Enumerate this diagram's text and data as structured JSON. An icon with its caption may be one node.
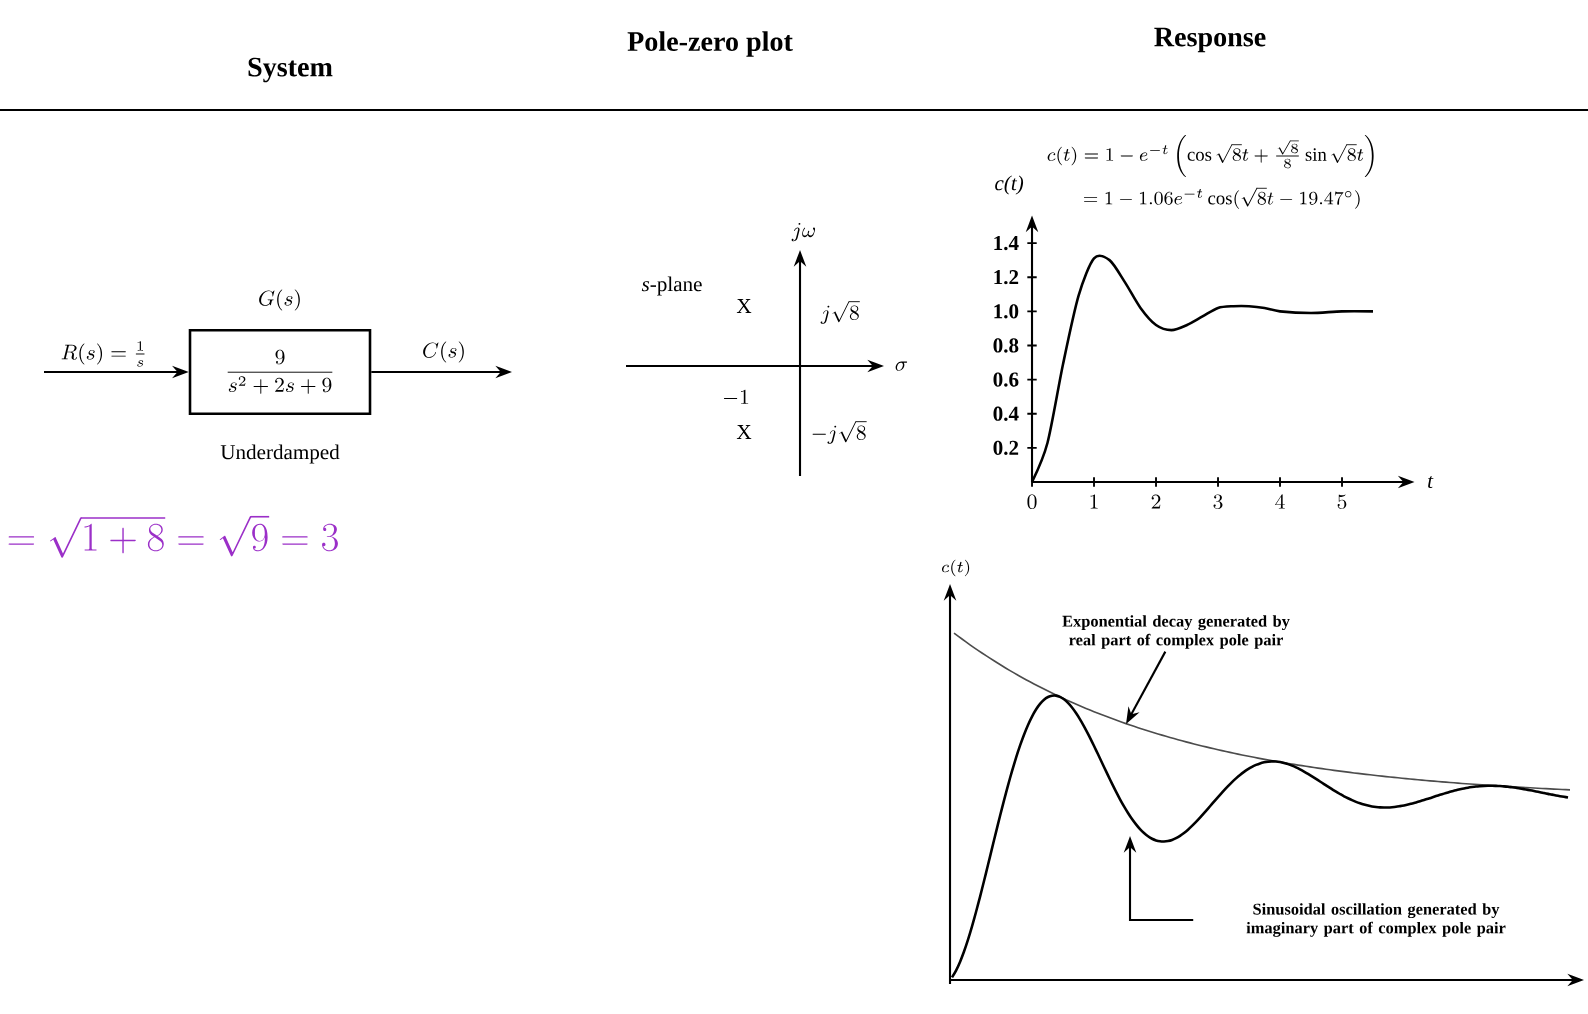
{
  "diagram": {
    "nodes": [
      {
        "text": [
          "\\frac{9}{s^2+2s+9}"
        ],
        "beside": [
          "G(s)",
          "Underdamped"
        ]
      },
      {
        "text": [
          "Exponential decay generated by real part of complex pole pair"
        ]
      },
      {
        "text": [
          "Sinusoidal oscillation generated by imaginary part of complex pole pair"
        ]
      }
    ],
    "edges": [
      {
        "from": null,
        "to": 0,
        "arrow": "to",
        "label": "R(s)=\\frac{1}{s}"
      },
      {
        "from": 0,
        "to": null,
        "arrow": "to",
        "label": "C(s)"
      },
      {
        "from": 1,
        "to": null,
        "arrow": "to"
      },
      {
        "from": 2,
        "to": null,
        "arrow": "to"
      }
    ],
    "labels": [
      "System",
      "Pole-zero plot",
      "Response",
      "=\\sqrt{1+8}=\\sqrt{9}=3",
      "*s*-plane",
      "j\\omega",
      "\\sigma",
      "X",
      "j\\sqrt{8}",
      "-1",
      "X",
      "-j\\sqrt{8}",
      "c(t)=1-e^{-t}\\left(\\cos\\sqrt{8}t+\\frac{\\sqrt{8}}{8}\\sin\\sqrt{8}t\\right)",
      "=1-1.06e^{-t}\\cos(\\sqrt{8}t-19.47^\\circ)",
      "c(t)"
    ],
    "chart_data": {
      "type": "line",
      "xlabel": "t",
      "ylabel": "c(t)",
      "x": [
        0,
        0.25,
        0.5,
        0.75,
        1,
        1.25,
        1.5,
        1.75,
        2,
        2.25,
        2.5,
        2.75,
        3,
        3.25,
        3.5,
        3.75,
        4,
        4.5,
        5,
        5.5
      ],
      "values": [
        0,
        0.23,
        0.69,
        1.09,
        1.31,
        1.3,
        1.17,
        1.02,
        0.92,
        0.89,
        0.92,
        0.97,
        1.02,
        1.03,
        1.03,
        1.02,
        1.0,
        0.99,
        1.0,
        1.0
      ],
      "xlim": [
        0,
        6
      ],
      "ylim": [
        0,
        1.5
      ],
      "xticks": [
        0,
        1,
        2,
        3,
        4,
        5
      ],
      "yticks": [
        0.2,
        0.4,
        0.6,
        0.8,
        {
          "value": 1,
          "label": "1.0"
        },
        1.2,
        1.4
      ]
    }
  }
}
